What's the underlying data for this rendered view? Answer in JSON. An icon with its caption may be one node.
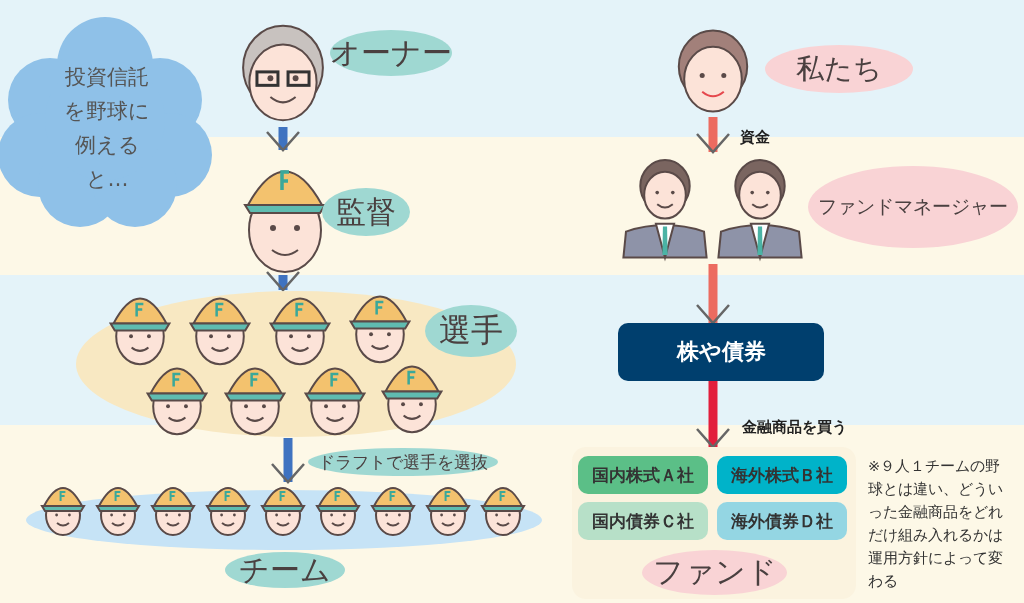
{
  "diagram": {
    "nodes": [
      {
        "text": [
          "投資信託を野球に例えると…"
        ]
      },
      {
        "text": [
          "オーナー"
        ]
      },
      {
        "text": [
          "監督"
        ]
      },
      {
        "text": [
          "選手"
        ]
      },
      {
        "text": [
          "チーム"
        ]
      },
      {
        "text": [
          "私たち"
        ]
      },
      {
        "text": [
          "ファンドマネージャー"
        ]
      },
      {
        "text": [
          "株や債券"
        ]
      },
      {
        "text": [
          "ファンド"
        ]
      },
      {
        "text": [
          "国内株式Ａ社"
        ],
        "in": 8
      },
      {
        "text": [
          "海外株式Ｂ社"
        ],
        "in": 8
      },
      {
        "text": [
          "国内債券Ｃ社"
        ],
        "in": 8
      },
      {
        "text": [
          "海外債券Ｄ社"
        ],
        "in": 8
      }
    ],
    "edges": [
      {
        "from": 1,
        "to": 2,
        "arrow": "to",
        "color": "#3f73c0"
      },
      {
        "from": 2,
        "to": 3,
        "arrow": "to",
        "color": "#3f73c0"
      },
      {
        "from": 3,
        "to": 4,
        "arrow": "to",
        "label": "ドラフトで選手を選抜",
        "color": "#3f73c0"
      },
      {
        "from": 5,
        "to": 6,
        "arrow": "to",
        "label": "資金",
        "color": "#ec6b60"
      },
      {
        "from": 6,
        "to": 7,
        "arrow": "to",
        "color": "#ec6b60"
      },
      {
        "from": 7,
        "to": 8,
        "arrow": "to",
        "label": "金融商品を買う",
        "color": "#e21e3c"
      }
    ],
    "labels": [
      "※９人１チームの野球とは違い、どういった金融商品をどれだけ組み入れるかは運用方針によって変わる"
    ]
  }
}
